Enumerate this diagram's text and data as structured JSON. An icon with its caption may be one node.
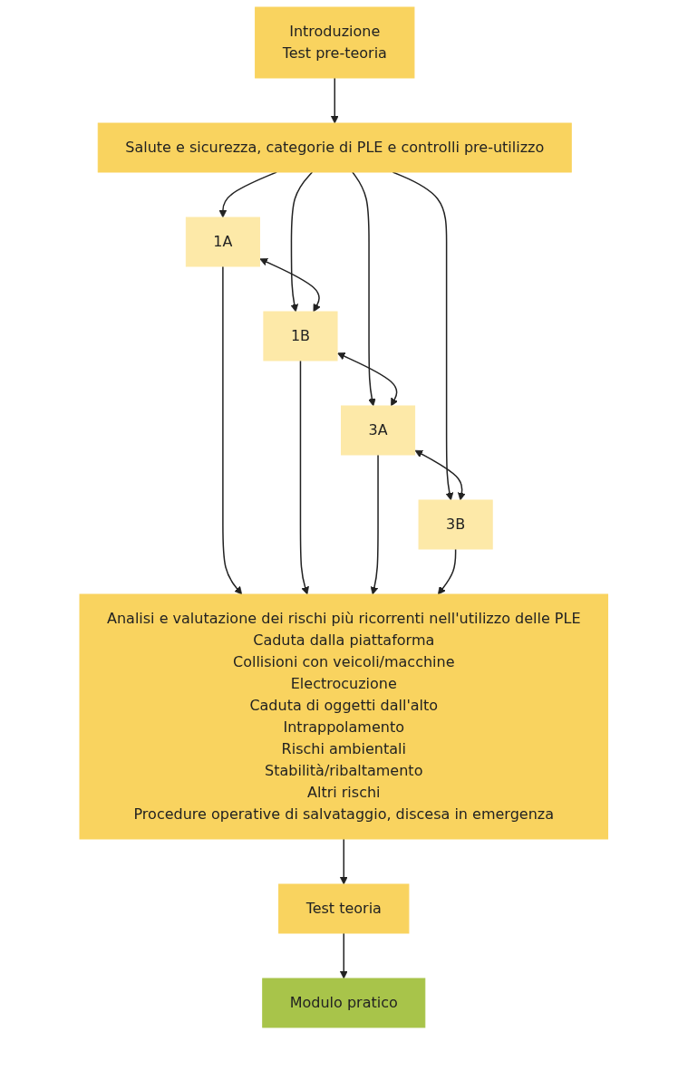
{
  "diagram": {
    "nodes": [
      {
        "text": [
          "Introduzione",
          "Test pre-teoria"
        ]
      },
      {
        "text": [
          "Salute e sicurezza, categorie di PLE e controlli pre-utilizzo"
        ]
      },
      {
        "text": [
          "1A"
        ]
      },
      {
        "text": [
          "1B"
        ]
      },
      {
        "text": [
          "3A"
        ]
      },
      {
        "text": [
          "3B"
        ]
      },
      {
        "text": [
          "Analisi e valutazione dei rischi più ricorrenti nell'utilizzo delle PLE",
          "Caduta dalla piattaforma",
          "Collisioni con veicoli/macchine",
          "Electrocuzione",
          "Caduta di oggetti dall'alto",
          "Intrappolamento",
          "Rischi ambientali",
          "Stabilità/ribaltamento",
          "Altri rischi",
          "Procedure operative di salvataggio, discesa in emergenza"
        ]
      },
      {
        "text": [
          "Test teoria"
        ]
      },
      {
        "text": [
          "Modulo pratico"
        ]
      }
    ],
    "edges": [
      {
        "from": 0,
        "to": 1,
        "arrow": "to"
      },
      {
        "from": 1,
        "to": 2,
        "arrow": "to"
      },
      {
        "from": 1,
        "to": 3,
        "arrow": "to"
      },
      {
        "from": 1,
        "to": 4,
        "arrow": "to"
      },
      {
        "from": 1,
        "to": 5,
        "arrow": "to"
      },
      {
        "from": 2,
        "to": 3,
        "arrow": "both"
      },
      {
        "from": 3,
        "to": 4,
        "arrow": "both"
      },
      {
        "from": 4,
        "to": 5,
        "arrow": "both"
      },
      {
        "from": 2,
        "to": 6,
        "arrow": "to"
      },
      {
        "from": 3,
        "to": 6,
        "arrow": "to"
      },
      {
        "from": 4,
        "to": 6,
        "arrow": "to"
      },
      {
        "from": 5,
        "to": 6,
        "arrow": "to"
      },
      {
        "from": 6,
        "to": 7,
        "arrow": "to"
      },
      {
        "from": 7,
        "to": 8,
        "arrow": "to"
      }
    ]
  }
}
